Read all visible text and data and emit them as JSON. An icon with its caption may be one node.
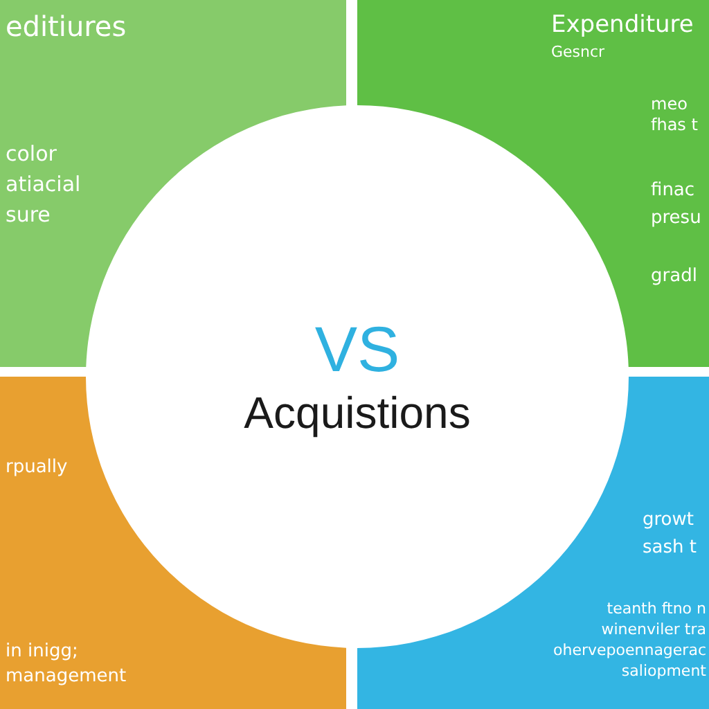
{
  "diagram": {
    "nodes": [
      {
        "text": [
          "editiures",
          "color atiacial sure"
        ]
      },
      {
        "text": [
          "Expenditure",
          "Gesncr",
          "meo fhas t",
          "finac presu",
          "gradl"
        ]
      },
      {
        "text": [
          "rpually",
          "in inigg; management"
        ]
      },
      {
        "text": [
          "growt sash t",
          "teanth ftno n winenviler tra ohervepoennagerac saliopment"
        ]
      },
      {
        "text": [
          "VS",
          "Acquistions"
        ]
      }
    ]
  }
}
